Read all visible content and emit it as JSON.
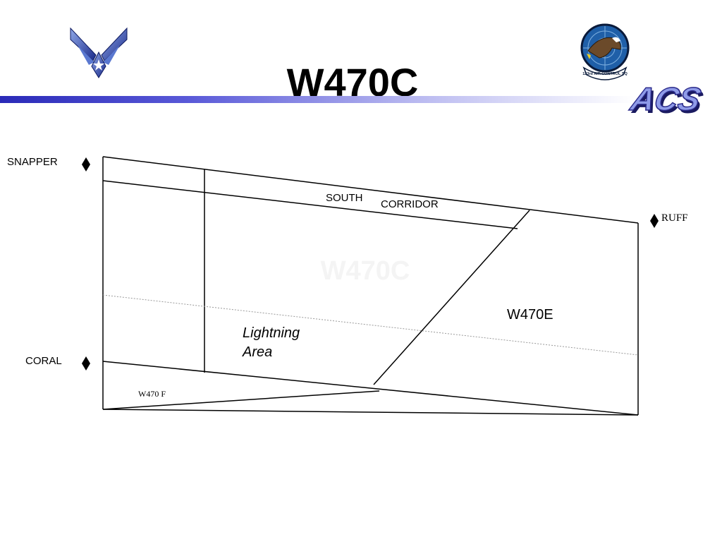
{
  "slide": {
    "title": "W470C",
    "acs_logo_text": "ACS",
    "squadron_patch_text": "123rd AIR CONTROL SQ"
  },
  "diagram": {
    "waypoints": {
      "snapper": "SNAPPER",
      "coral": "CORAL",
      "ruff": "RUFF"
    },
    "corridor": {
      "word1": "SOUTH",
      "word2": "CORRIDOR"
    },
    "areas": {
      "w470e": "W470E",
      "lightning_line1": "Lightning",
      "lightning_line2": "Area",
      "w470f": "W470 F",
      "w470c_watermark": "W470C"
    }
  },
  "colors": {
    "accent_blue": "#2a2ab8",
    "line": "#000000"
  }
}
